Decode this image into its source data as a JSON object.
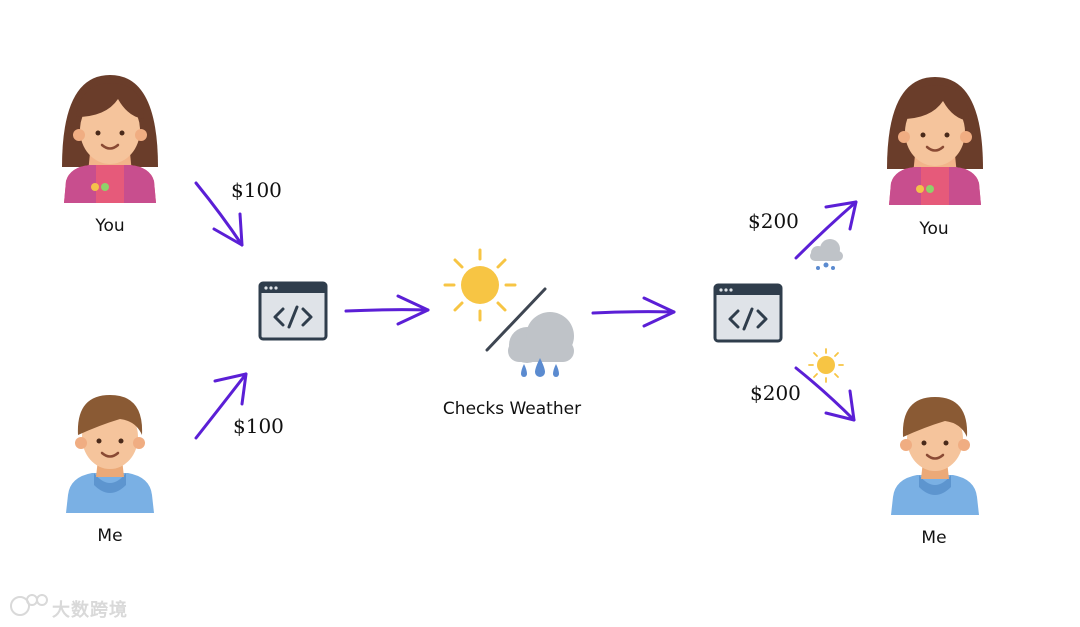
{
  "participants": {
    "you_left": {
      "label": "You",
      "avatar": "girl-avatar-icon"
    },
    "me_left": {
      "label": "Me",
      "avatar": "boy-avatar-icon"
    },
    "you_right": {
      "label": "You",
      "avatar": "girl-avatar-icon"
    },
    "me_right": {
      "label": "Me",
      "avatar": "boy-avatar-icon"
    }
  },
  "transfers": {
    "you_in": "$100",
    "me_in": "$100",
    "you_out": "$200",
    "me_out": "$200"
  },
  "contract": {
    "icon": "code-window-icon"
  },
  "oracle": {
    "label": "Checks Weather",
    "icons": [
      "sun-icon",
      "rain-cloud-icon"
    ]
  },
  "outcomes": {
    "you_condition": "rain-cloud-icon",
    "me_condition": "sun-icon"
  },
  "watermark": {
    "text": "大数跨境"
  },
  "colors": {
    "arrow": "#5b1fd6",
    "sun": "#f7c544",
    "cloud": "#bfc3c8",
    "rain": "#5b8bd0",
    "window_frame": "#2f3d4c",
    "window_fill": "#dfe3e8"
  }
}
